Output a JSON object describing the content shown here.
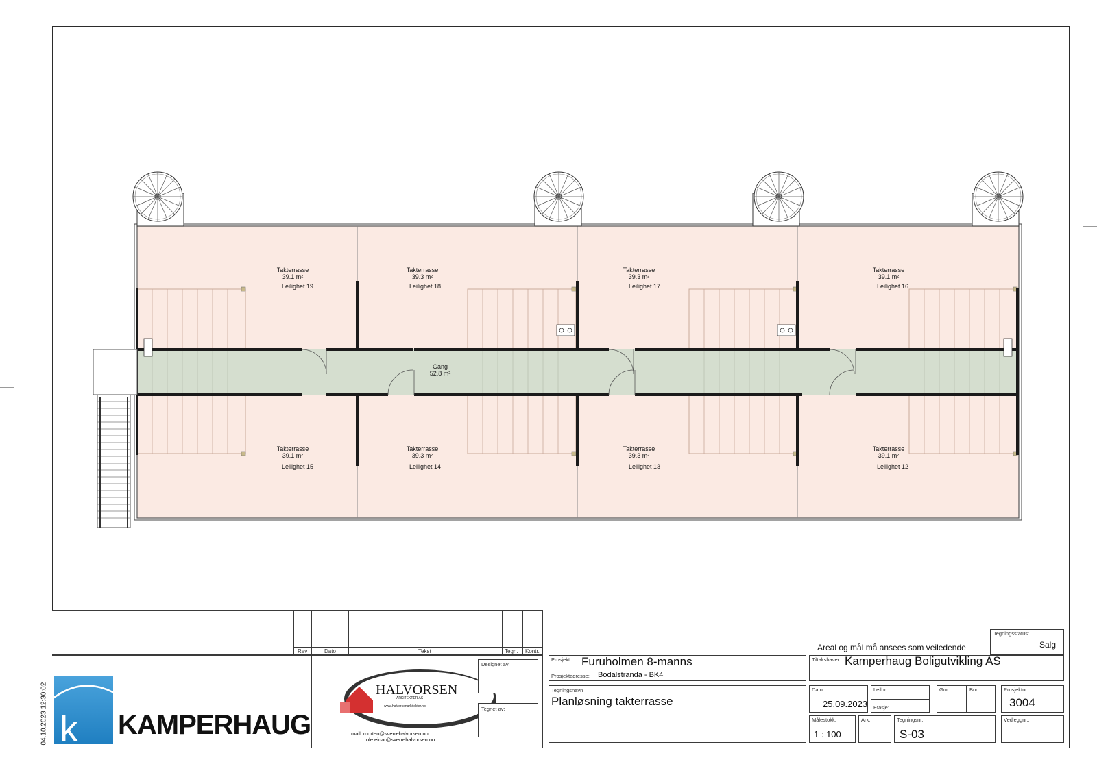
{
  "plan": {
    "units": [
      {
        "label": "Takterrasse",
        "area": "39.1 m²",
        "name": "Leilighet 19"
      },
      {
        "label": "Takterrasse",
        "area": "39.3 m²",
        "name": "Leilighet 18"
      },
      {
        "label": "Takterrasse",
        "area": "39.3 m²",
        "name": "Leilighet 17"
      },
      {
        "label": "Takterrasse",
        "area": "39.1 m²",
        "name": "Leilighet 16"
      },
      {
        "label": "Takterrasse",
        "area": "39.1 m²",
        "name": "Leilighet 15"
      },
      {
        "label": "Takterrasse",
        "area": "39.3 m²",
        "name": "Leilighet 14"
      },
      {
        "label": "Takterrasse",
        "area": "39.3 m²",
        "name": "Leilighet 13"
      },
      {
        "label": "Takterrasse",
        "area": "39.1 m²",
        "name": "Leilighet 12"
      }
    ],
    "corridor": {
      "label": "Gang",
      "area": "52.8 m²"
    },
    "colors": {
      "terrace": "#fbeae3",
      "corridor": "#d5decf",
      "wall": "#1b1b1b"
    }
  },
  "revision_table": {
    "headers": [
      "Rev",
      "Dato",
      "Tekst",
      "Tegn.",
      "Kontr."
    ]
  },
  "client_logo": {
    "name": "KAMPERHAUG",
    "icon": "k-logo-icon",
    "color": "#2f8fcd"
  },
  "architect_logo": {
    "name": "HALVORSEN",
    "sub": "ARKITEKTER AS",
    "url": "www.halvorsenarkitekter.no"
  },
  "contact": {
    "line1": "mail: morten@sverrehalvorsen.no",
    "line2": "ole.einar@sverrehalvorsen.no"
  },
  "designer": {
    "designet_label": "Designet av:",
    "tegnet_label": "Tegnet av:"
  },
  "notice": "Areal og mål må ansees som veiledende",
  "status": {
    "label": "Tegningsstatus:",
    "value": "Salg"
  },
  "project": {
    "label": "Prosjekt:",
    "value": "Furuholmen 8-manns",
    "address_label": "Prosjektadresse:",
    "address": "Bodalstranda - BK4"
  },
  "owner": {
    "label": "Tiltakshaver:",
    "value": "Kamperhaug Boligutvikling AS"
  },
  "drawing": {
    "label": "Tegningsnavn",
    "value": "Planløsning takterrasse"
  },
  "fields": {
    "dato_label": "Dato:",
    "dato": "25.09.2023",
    "leilnr_label": "Leilnr:",
    "etasje_label": "Etasje:",
    "gnr_label": "Gnr:",
    "bnr_label": "Bnr:",
    "prosjektnr_label": "Prosjektnr.:",
    "prosjektnr": "3004",
    "malestokk_label": "Målestokk:",
    "malestokk": "1 : 100",
    "ark_label": "Ark:",
    "tegningsnr_label": "Tegningsnr.:",
    "tegningsnr": "S-03",
    "vedleggnr_label": "Vedleggnr.:"
  },
  "timestamp": "04.10.2023 12:30:02"
}
